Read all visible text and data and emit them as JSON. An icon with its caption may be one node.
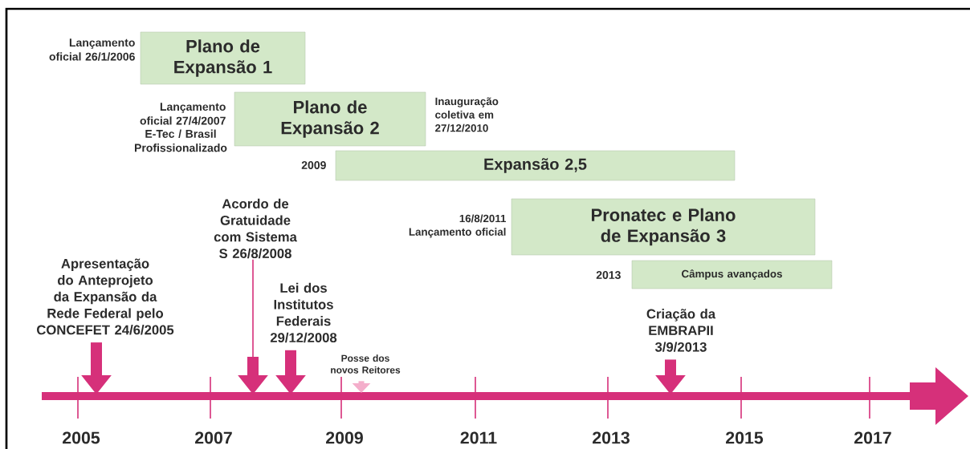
{
  "diagram": {
    "nodes": [
      {
        "text": [
          "Plano de Expansão 1"
        ],
        "beside": [
          "Lançamento oficial 26/1/2006"
        ]
      },
      {
        "text": [
          "Plano de Expansão 2"
        ],
        "beside": [
          "Lançamento oficial 27/4/2007",
          "E-Tec / Brasil Profissionalizado",
          "Inauguração coletiva em 27/12/2010"
        ]
      },
      {
        "text": [
          "Expansão 2,5"
        ],
        "beside": [
          "2009"
        ]
      },
      {
        "text": [
          "Pronatec e Plano de Expansão 3"
        ],
        "beside": [
          "16/8/2011 Lançamento oficial"
        ]
      },
      {
        "text": [
          "Câmpus avançados"
        ],
        "beside": [
          "2013"
        ]
      },
      {
        "text": [
          "Apresentação do Anteprojeto da Expansão da Rede Federal pelo CONCEFET 24/6/2005"
        ]
      },
      {
        "text": [
          "Acordo de Gratuidade com Sistema S 26/8/2008"
        ]
      },
      {
        "text": [
          "Lei dos Institutos Federais 29/12/2008"
        ]
      },
      {
        "text": [
          "Posse dos novos Reitores"
        ]
      },
      {
        "text": [
          "Criação da EMBRAPII 3/9/2013"
        ]
      }
    ],
    "edges": [
      {
        "from": 5,
        "to": null,
        "arrow": "to"
      },
      {
        "from": 6,
        "to": null,
        "arrow": "to"
      },
      {
        "from": 7,
        "to": null,
        "arrow": "to"
      },
      {
        "from": 8,
        "to": null,
        "arrow": "to",
        "color": "#f4aecb"
      },
      {
        "from": 9,
        "to": null,
        "arrow": "to"
      }
    ],
    "labels": [
      "2005",
      "2007",
      "2009",
      "2011",
      "2013",
      "2015",
      "2017"
    ]
  }
}
